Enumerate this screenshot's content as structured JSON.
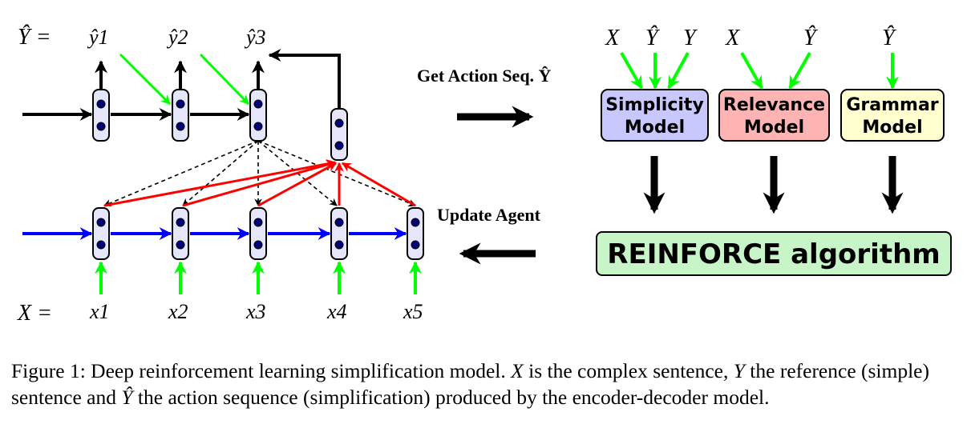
{
  "diagram": {
    "y_hat_eq": "Ŷ =",
    "x_eq": "X =",
    "decoder_outputs": [
      "ŷ1",
      "ŷ2",
      "ŷ3"
    ],
    "encoder_inputs": [
      "x1",
      "x2",
      "x3",
      "x4",
      "x5"
    ],
    "get_action_label": "Get Action Seq. Ŷ",
    "update_agent_label": "Update Agent",
    "models": [
      {
        "label_line1": "Simplicity",
        "label_line2": "Model",
        "inputs": [
          "X",
          "Ŷ",
          "Y"
        ],
        "color": "#c8c8ff"
      },
      {
        "label_line1": "Relevance",
        "label_line2": "Model",
        "inputs": [
          "X",
          "Ŷ"
        ],
        "color": "#ffb4b4"
      },
      {
        "label_line1": "Grammar",
        "label_line2": "Model",
        "inputs": [
          "Ŷ"
        ],
        "color": "#ffffd0"
      }
    ],
    "reinforce_label": "REINFORCE algorithm",
    "reinforce_color": "#c8f5c8",
    "colors": {
      "encoder_arrow": "#0000ff",
      "input_arrow": "#00ff00",
      "attention_arrow": "#ff0000",
      "cell_fill": "#e6e6fa",
      "dot_fill": "#00007a"
    }
  },
  "caption": {
    "prefix": "Figure 1:  Deep reinforcement learning simplification model.",
    "x_var": "X",
    "part2": "is the complex sentence,",
    "y_var": "Y",
    "part3": "the reference (simple) sentence and",
    "yhat_var": "Ŷ",
    "part4": "the action sequence (simplification) produced by the encoder-decoder model."
  }
}
